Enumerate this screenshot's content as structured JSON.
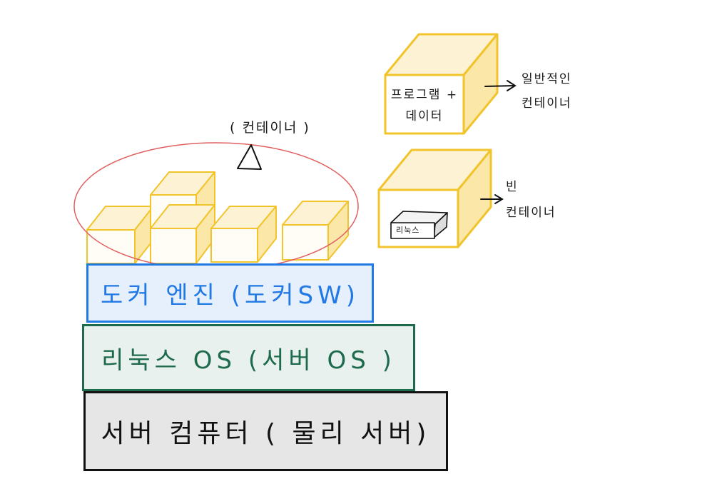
{
  "colors": {
    "box_stroke": "#f2c42c",
    "box_fill": "#fdf3d4",
    "ellipse": "#e06060",
    "docker_stroke": "#2079e4",
    "docker_text": "#2079e4",
    "linux_stroke": "#1e6a4d",
    "linux_text": "#1e6a4d",
    "server_stroke": "#111111",
    "server_text": "#111111"
  },
  "stack": {
    "docker_engine": "도커 엔진 (도커SW)",
    "linux_os": "리눅스 OS (서버 OS )",
    "server_computer": "서버 컴퓨터 ( 물리 서버)"
  },
  "annotations": {
    "containers_label": "( 컨테이너 )",
    "program_data_box": "프로그램 +\n데이터",
    "general_container_line1": "일반적인",
    "general_container_line2": "컨테이너",
    "linux_box_label": "리눅스",
    "empty_container_line1": "빈",
    "empty_container_line2": "컨테이너"
  }
}
